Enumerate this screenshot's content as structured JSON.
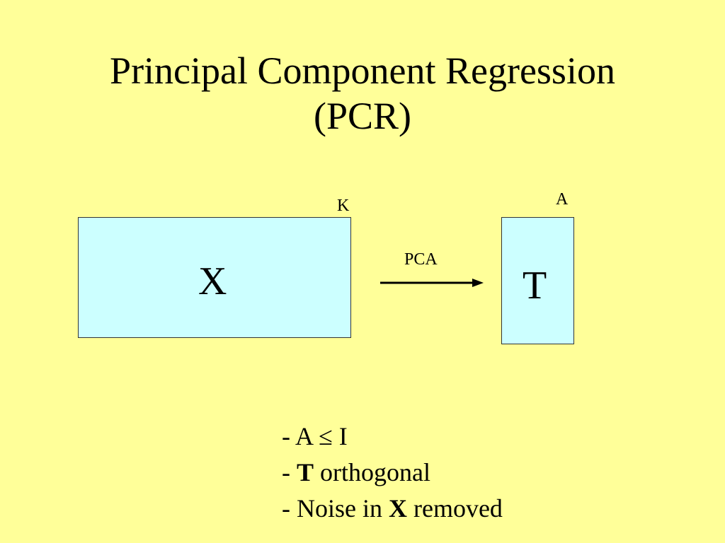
{
  "title": {
    "line1": "Principal Component Regression",
    "line2": "(PCR)"
  },
  "diagram": {
    "x_matrix_label": "X",
    "x_matrix_dim_label": "K",
    "t_matrix_label": "T",
    "t_matrix_dim_label": "A",
    "arrow_label": "PCA"
  },
  "bullets": [
    {
      "prefix": "- ",
      "text": "A ≤ I"
    },
    {
      "prefix": "- ",
      "bold": "T",
      "text": " orthogonal"
    },
    {
      "prefix": "- Noise in ",
      "bold": "X",
      "text": " removed"
    }
  ],
  "colors": {
    "background": "#FFFF99",
    "box_fill": "#CCFFFF",
    "box_border": "#333333",
    "text": "#000000"
  }
}
